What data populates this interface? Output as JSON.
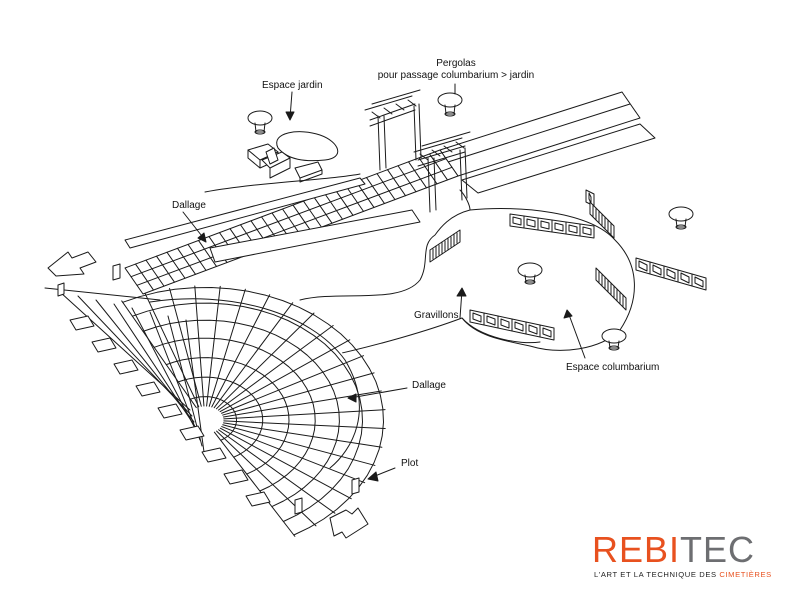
{
  "labels": {
    "espace_jardin": "Espace jardin",
    "pergolas_line1": "Pergolas",
    "pergolas_line2": "pour passage columbarium > jardin",
    "dallage_top": "Dallage",
    "gravillons": "Gravillons",
    "espace_columbarium": "Espace columbarium",
    "dallage_fan": "Dallage",
    "plot": "Plot"
  },
  "logo": {
    "part1": "REBI",
    "part2": "TEC",
    "tagline_prefix": "L'ART ET LA TECHNIQUE DES ",
    "tagline_highlight": "CIMETIÈRES",
    "color_orange": "#e8511f",
    "color_grey": "#6d6e71"
  },
  "colors": {
    "line": "#1a1a1a",
    "fill": "#ffffff"
  }
}
